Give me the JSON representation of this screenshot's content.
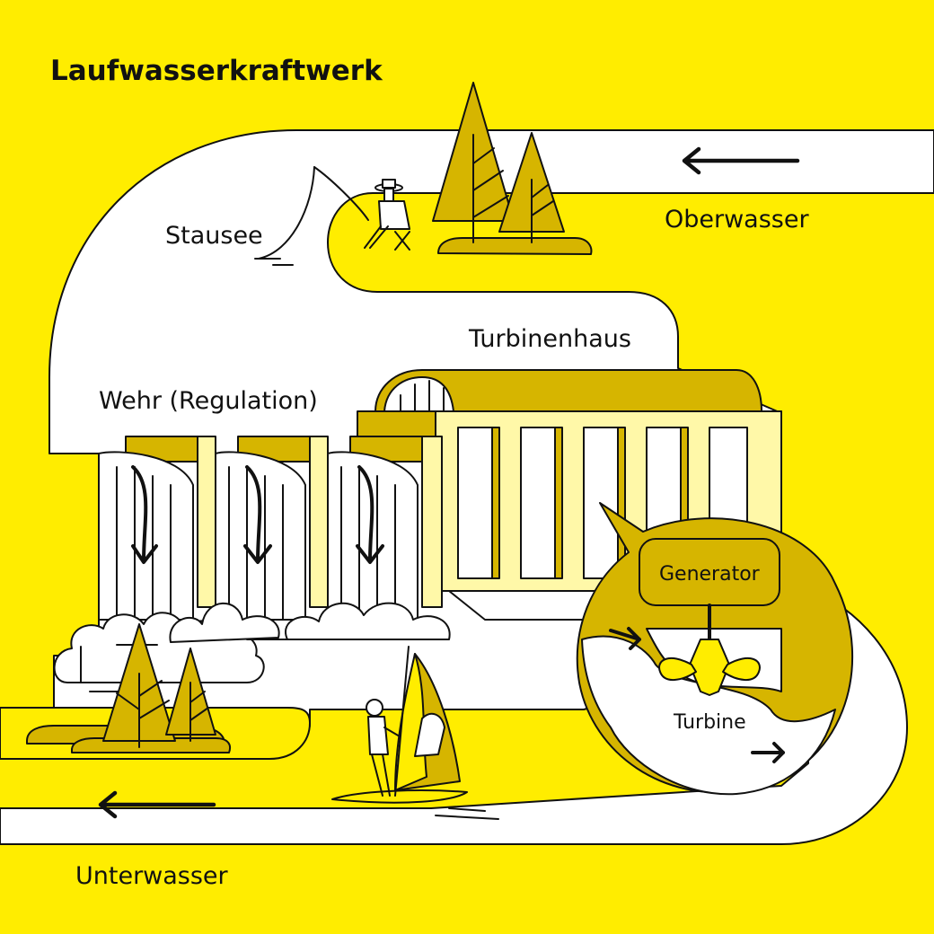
{
  "title": "Laufwasserkraftwerk",
  "labels": {
    "stausee": "Stausee",
    "oberwasser": "Oberwasser",
    "turbinenhaus": "Turbinenhaus",
    "wehr": "Wehr (Regulation)",
    "generator": "Generator",
    "turbine": "Turbine",
    "unterwasser": "Unterwasser"
  },
  "colors": {
    "background": "#ffed00",
    "water": "#ffffff",
    "ochre": "#d6b500",
    "light_yellow": "#fff8a8",
    "outline": "#111111"
  }
}
